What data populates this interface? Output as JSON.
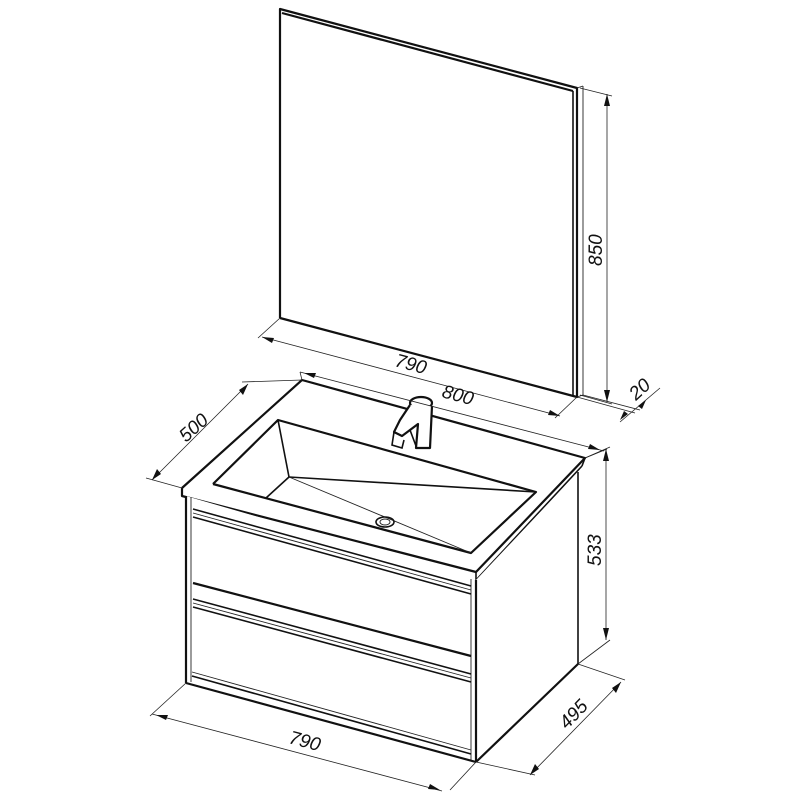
{
  "title": "Bathroom furniture set: mirror, washbasin and vanity unit with two drawers",
  "units": "mm",
  "colors": {
    "line": "#111111",
    "background": "#ffffff"
  },
  "mirror": {
    "width_label": "790",
    "height_label": "850",
    "depth_label": "20"
  },
  "washbasin": {
    "width_label": "800",
    "depth_label": "500",
    "faucet": "single-lever-faucet",
    "drain": "drain-hole"
  },
  "cabinet": {
    "width_label": "790",
    "height_label": "533",
    "depth_label": "495",
    "drawers": 2
  }
}
